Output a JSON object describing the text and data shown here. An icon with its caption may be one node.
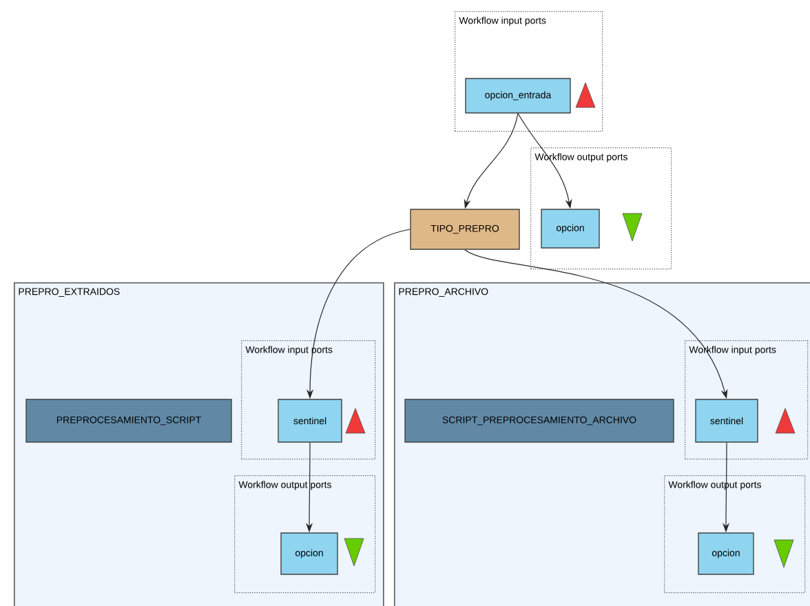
{
  "diagram": {
    "nodes": [
      {
        "text": [
          "Workflow input ports"
        ]
      },
      {
        "text": [
          "opcion_entrada"
        ],
        "in": 0
      },
      {
        "text": [
          "Workflow output ports"
        ]
      },
      {
        "text": [
          "opcion"
        ],
        "in": 2
      },
      {
        "text": [
          "TIPO_PREPRO"
        ]
      },
      {
        "text": [
          "PREPRO_EXTRAIDOS"
        ]
      },
      {
        "text": [
          "PREPROCESAMIENTO_SCRIPT"
        ],
        "in": 5
      },
      {
        "text": [
          "Workflow input ports"
        ],
        "in": 5
      },
      {
        "text": [
          "sentinel"
        ],
        "in": 7
      },
      {
        "text": [
          "Workflow output ports"
        ],
        "in": 5
      },
      {
        "text": [
          "opcion"
        ],
        "in": 9
      },
      {
        "text": [
          "PREPRO_ARCHIVO"
        ]
      },
      {
        "text": [
          "SCRIPT_PREPROCESAMIENTO_ARCHIVO"
        ],
        "in": 11
      },
      {
        "text": [
          "Workflow input ports"
        ],
        "in": 11
      },
      {
        "text": [
          "sentinel"
        ],
        "in": 13
      },
      {
        "text": [
          "Workflow output ports"
        ],
        "in": 11
      },
      {
        "text": [
          "opcion"
        ],
        "in": 15
      }
    ],
    "edges": [
      {
        "from": 1,
        "to": 4,
        "arrow": "to"
      },
      {
        "from": 1,
        "to": 3,
        "arrow": "to"
      },
      {
        "from": 4,
        "to": 8,
        "arrow": "to"
      },
      {
        "from": 4,
        "to": 14,
        "arrow": "to"
      },
      {
        "from": 8,
        "to": 10,
        "arrow": "to"
      },
      {
        "from": 14,
        "to": 16,
        "arrow": "to"
      }
    ]
  }
}
